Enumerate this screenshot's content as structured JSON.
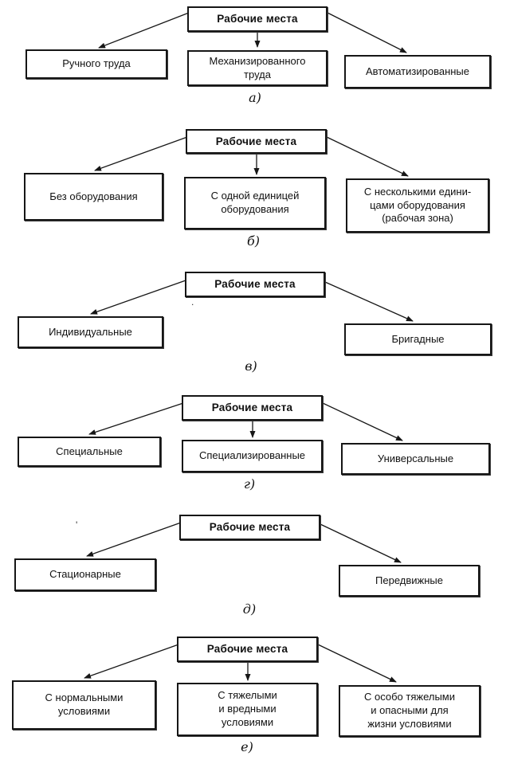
{
  "sections": [
    {
      "letter": "а)",
      "root": "Рабочие места",
      "children": [
        "Ручного труда",
        "Механизированного\nтруда",
        "Автоматизированные"
      ]
    },
    {
      "letter": "б)",
      "root": "Рабочие места",
      "children": [
        "Без оборудования",
        "С одной единицей\nоборудования",
        "С несколькими едини-\nцами оборудования\n(рабочая зона)"
      ]
    },
    {
      "letter": "в)",
      "root": "Рабочие места",
      "children": [
        "Индивидуальные",
        "Бригадные"
      ]
    },
    {
      "letter": "г)",
      "root": "Рабочие места",
      "children": [
        "Специальные",
        "Специализированные",
        "Универсальные"
      ]
    },
    {
      "letter": "д)",
      "root": "Рабочие места",
      "children": [
        "Стационарные",
        "Передвижные"
      ]
    },
    {
      "letter": "е)",
      "root": "Рабочие места",
      "children": [
        "С нормальными\nусловиями",
        "С тяжелыми\nи вредными\nусловиями",
        "С особо тяжелыми\nи опасными для\nжизни условиями"
      ]
    }
  ],
  "artifacts": {
    "dot": ".",
    "tick": "'"
  },
  "colors": {
    "line": "#161616",
    "text": "#111111",
    "background": "#ffffff"
  }
}
